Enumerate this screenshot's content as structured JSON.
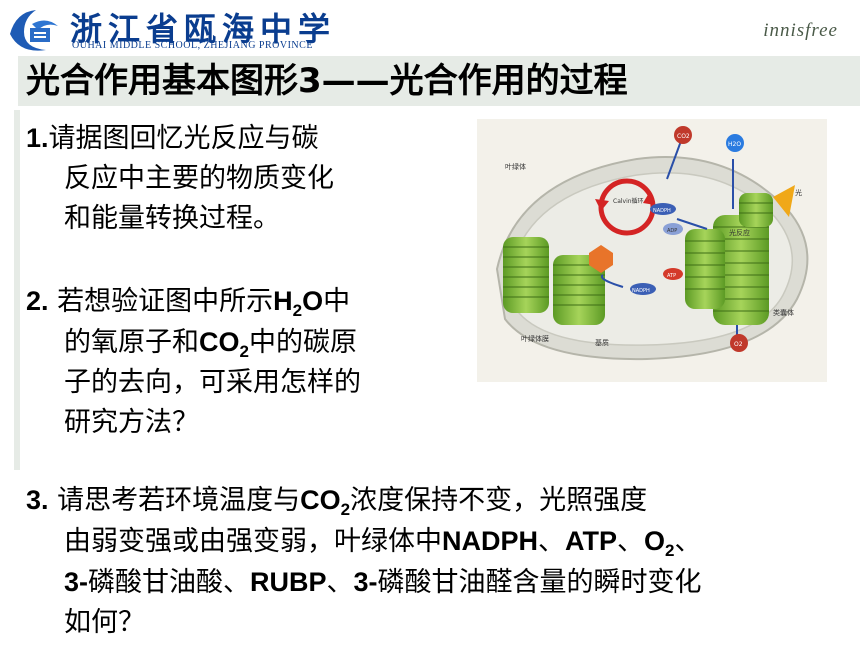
{
  "header": {
    "school_name_cn": "浙江省瓯海中学",
    "school_name_en": "OUHAI MIDDLE SCHOOL, ZHEJIANG PROVINCE",
    "brand": "innisfree"
  },
  "title": "光合作用基本图形3——光合作用的过程",
  "questions": [
    {
      "num": "1.",
      "lines": [
        "请据图回忆光反应与碳",
        "反应中主要的物质变化",
        "和能量转换过程。"
      ]
    },
    {
      "num": "2.",
      "l1": "若想验证图中所示",
      "l1_h": "H",
      "l1_h2": "2",
      "l1_o": "O",
      "l1_tail": "中",
      "l2_a": "的氧原子和",
      "l2_co": "CO",
      "l2_2": "2",
      "l2_tail": "中的碳原",
      "l3": "子的去向，可采用怎样的",
      "l4": "研究方法？"
    },
    {
      "num": "3.",
      "l1_a": "请思考若环境温度与",
      "l1_co": "CO",
      "l1_2": "2",
      "l1_tail": "浓度保持不变，光照强度",
      "l2_a": "由弱变强或由强变弱，叶绿体中",
      "l2_nadph": "NADPH",
      "l2_sep1": "、",
      "l2_atp": "ATP",
      "l2_sep2": "、",
      "l2_o": "O",
      "l2_2": "2",
      "l2_sep3": "、",
      "l3_a": "3-",
      "l3_b": "磷酸甘油酸、",
      "l3_rubp": "RUBP",
      "l3_c": "、",
      "l3_d": "3-",
      "l3_e": "磷酸甘油醛含量的瞬时变化",
      "l4": "如何？"
    }
  ],
  "figure": {
    "labels": {
      "co2": "CO2",
      "h2o": "H2O",
      "light": "光",
      "chloroplast": "叶绿体",
      "calvin": "Calvin循环",
      "nadph_top": "NADPH",
      "adp": "ADP",
      "light_reaction": "光反应",
      "atp": "ATP",
      "nadph_bottom": "NADPH",
      "thylakoid": "类囊体",
      "membrane": "叶绿体膜",
      "stroma": "基质",
      "o2": "O2"
    },
    "colors": {
      "grana": "#7fb23a",
      "calvin_ring": "#d42424",
      "arrow": "#2a4fa8",
      "light": "#f0a818",
      "hexagon": "#e8742a"
    }
  }
}
